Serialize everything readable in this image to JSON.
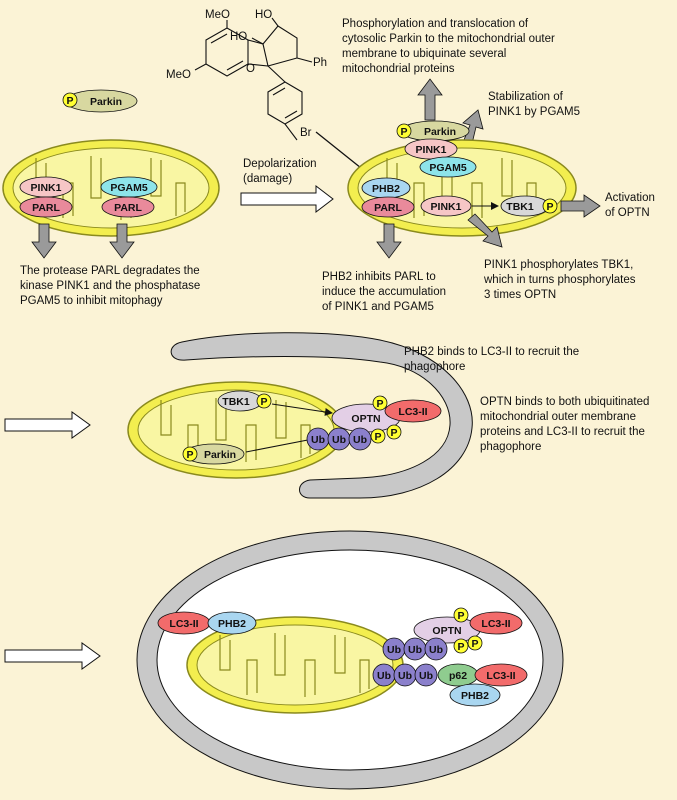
{
  "colors": {
    "background": "#fbf3d6",
    "mito_fill": "#f3ee4f",
    "mito_inner": "#f9f6a3",
    "mito_stroke": "#8a8a1e",
    "pink1": "#f6c6c6",
    "parl": "#e98a9b",
    "pgam5": "#8de4ea",
    "phb2": "#a9d6f0",
    "parkin": "#d8d8a0",
    "tbk1": "#d8d8d8",
    "optn": "#e3cfe6",
    "lc3": "#f26b6b",
    "ub": "#8b80cc",
    "p62": "#8fcc8f",
    "phospho": "#ffff33",
    "phagophore": "#c8c8c8"
  },
  "panel1": {
    "phospho_parkin": "Parkin",
    "p": "P",
    "pink1": "PINK1",
    "parl": "PARL",
    "pgam5": "PGAM5",
    "parl2": "PARL",
    "caption": [
      "The protease PARL degradates the",
      "kinase PINK1 and the phosphatase",
      "PGAM5 to inhibit mitophagy"
    ]
  },
  "transition": {
    "label": [
      "Depolarization",
      "(damage)"
    ]
  },
  "compound": {
    "labels": [
      "MeO",
      "MeO",
      "HO",
      "HO",
      "O",
      "Ph",
      "Br"
    ]
  },
  "panel2": {
    "top_caption": [
      "Phosphorylation and translocation of",
      "cytosolic Parkin to the mitochondrial outer",
      "membrane to ubiquinate several",
      "mitochondrial proteins"
    ],
    "stab_caption": [
      "Stabilization of",
      "PINK1 by PGAM5"
    ],
    "parkin": "Parkin",
    "pink1_top": "PINK1",
    "pgam5": "PGAM5",
    "phb2": "PHB2",
    "parl": "PARL",
    "pink1": "PINK1",
    "tbk1": "TBK1",
    "activation": [
      "Activation",
      "of OPTN"
    ],
    "tbk1_caption": [
      "PINK1 phosphorylates TBK1,",
      "which in turns phosphorylates",
      "3 times OPTN"
    ],
    "phb2_caption": [
      "PHB2 inhibits PARL to",
      "induce the accumulation",
      "of PINK1 and PGAM5"
    ]
  },
  "panel3": {
    "phago_caption": [
      "PHB2 binds to LC3-II to recruit the",
      "phagophore"
    ],
    "optn_caption": [
      "OPTN binds to both ubiquitinated",
      "mitochondrial outer membrane",
      "proteins and LC3-II to recruit the",
      "phagophore"
    ],
    "tbk1": "TBK1",
    "optn": "OPTN",
    "lc3": "LC3-II",
    "ub": "Ub",
    "parkin": "Parkin"
  },
  "panel4": {
    "lc3": "LC3-II",
    "phb2": "PHB2",
    "optn": "OPTN",
    "ub": "Ub",
    "p62": "p62"
  }
}
